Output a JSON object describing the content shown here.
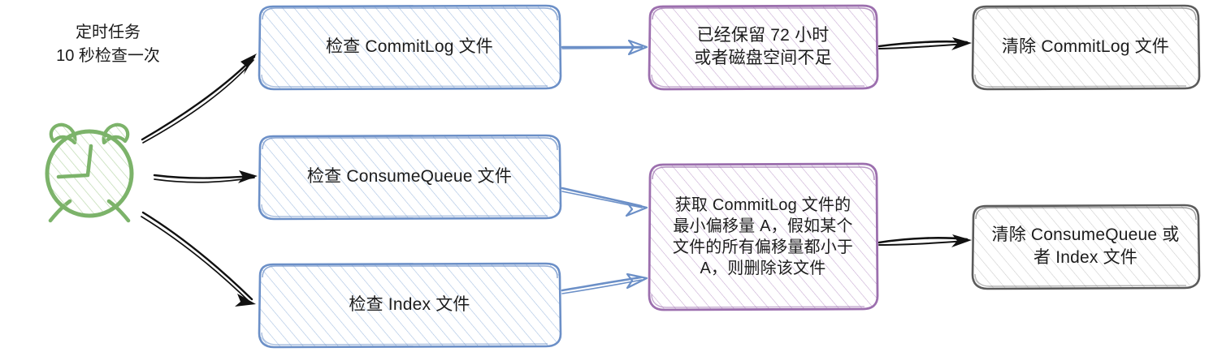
{
  "diagram": {
    "title_caption": "定时任务\n10 秒检查一次",
    "clock_icon_name": "alarm-clock-icon",
    "colors": {
      "blue_stroke": "#6b8fc7",
      "blue_fill": "#dce6f5",
      "purple_stroke": "#9c6fae",
      "purple_fill": "#efe3f2",
      "gray_stroke": "#5b5b5b",
      "gray_fill": "#f0f0f0",
      "green_stroke": "#7cb36a",
      "green_fill": "#dcecd4",
      "black_arrow": "#111111",
      "blue_arrow": "#6b8fc7",
      "text": "#1c1c1c"
    },
    "nodes": [
      {
        "id": "check-commitlog",
        "label": "检查 CommitLog 文件",
        "style": "blue"
      },
      {
        "id": "cond-retention",
        "label": "已经保留 72 小时\n或者磁盘空间不足",
        "style": "purple"
      },
      {
        "id": "clear-commitlog",
        "label": "清除 CommitLog 文件",
        "style": "gray"
      },
      {
        "id": "check-consumequeue",
        "label": "检查 ConsumeQueue 文件",
        "style": "blue"
      },
      {
        "id": "check-index",
        "label": "检查 Index 文件",
        "style": "blue"
      },
      {
        "id": "cond-minoffset",
        "label": "获取 CommitLog 文件的\n最小偏移量 A，假如某个\n文件的所有偏移量都小于\nA，则删除该文件",
        "style": "purple"
      },
      {
        "id": "clear-cq-index",
        "label": "清除 ConsumeQueue 或\n者 Index 文件",
        "style": "gray"
      }
    ],
    "edges": [
      {
        "from": "clock",
        "to": "check-commitlog",
        "color": "black"
      },
      {
        "from": "clock",
        "to": "check-consumequeue",
        "color": "black"
      },
      {
        "from": "clock",
        "to": "check-index",
        "color": "black"
      },
      {
        "from": "check-commitlog",
        "to": "cond-retention",
        "color": "blue"
      },
      {
        "from": "check-consumequeue",
        "to": "cond-minoffset",
        "color": "blue"
      },
      {
        "from": "check-index",
        "to": "cond-minoffset",
        "color": "blue"
      },
      {
        "from": "cond-retention",
        "to": "clear-commitlog",
        "color": "black"
      },
      {
        "from": "cond-minoffset",
        "to": "clear-cq-index",
        "color": "black"
      }
    ]
  }
}
